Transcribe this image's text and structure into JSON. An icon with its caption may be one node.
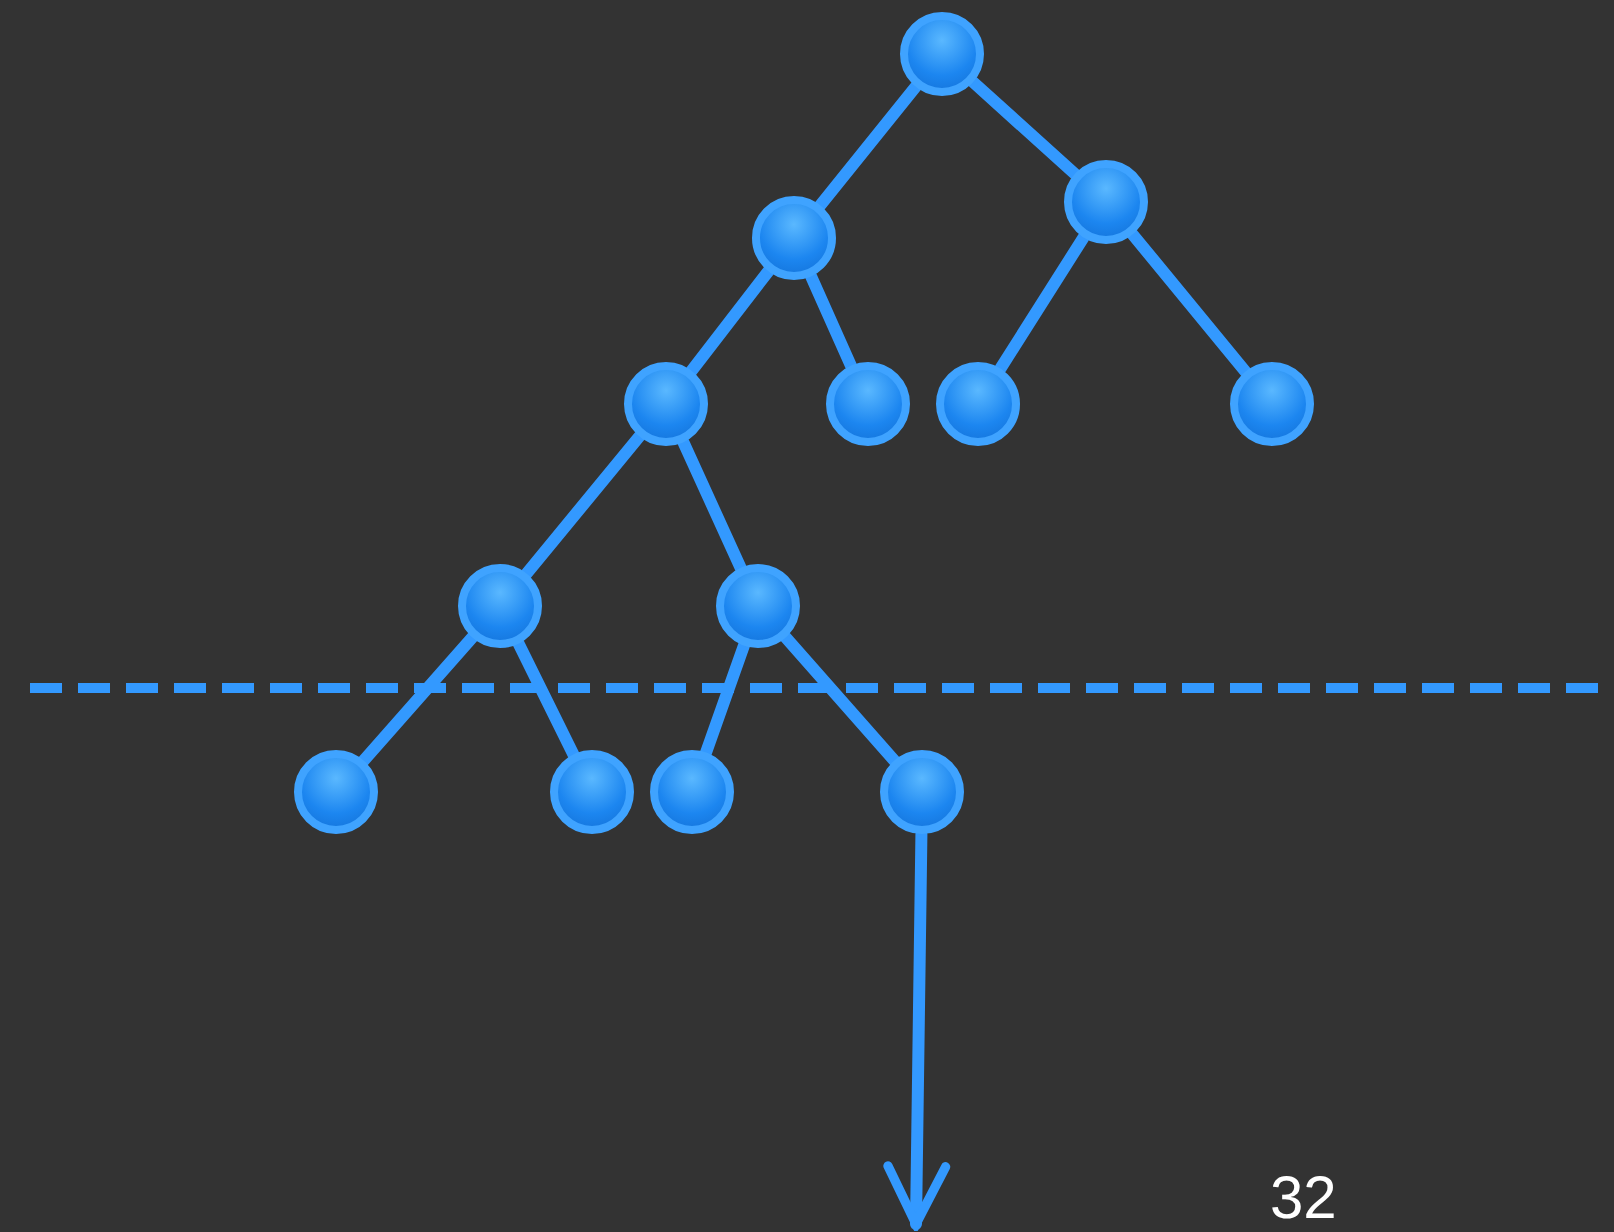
{
  "diagram": {
    "nodes": [
      {
        "text": [],
        "shape": "circle"
      },
      {
        "text": [],
        "shape": "circle"
      },
      {
        "text": [],
        "shape": "circle"
      },
      {
        "text": [],
        "shape": "circle"
      },
      {
        "text": [],
        "shape": "circle"
      },
      {
        "text": [],
        "shape": "circle"
      },
      {
        "text": [],
        "shape": "circle"
      },
      {
        "text": [],
        "shape": "circle"
      },
      {
        "text": [],
        "shape": "circle"
      },
      {
        "text": [],
        "shape": "circle"
      },
      {
        "text": [],
        "shape": "circle"
      },
      {
        "text": [],
        "shape": "circle"
      },
      {
        "text": [],
        "shape": "circle"
      }
    ],
    "edges": [
      {
        "from": 0,
        "to": 1,
        "arrow": "none"
      },
      {
        "from": 0,
        "to": 2,
        "arrow": "none"
      },
      {
        "from": 1,
        "to": 3,
        "arrow": "none"
      },
      {
        "from": 1,
        "to": 4,
        "arrow": "none"
      },
      {
        "from": 2,
        "to": 5,
        "arrow": "none"
      },
      {
        "from": 2,
        "to": 6,
        "arrow": "none"
      },
      {
        "from": 3,
        "to": 7,
        "arrow": "none"
      },
      {
        "from": 3,
        "to": 8,
        "arrow": "none"
      },
      {
        "from": 7,
        "to": 9,
        "arrow": "none"
      },
      {
        "from": 7,
        "to": 10,
        "arrow": "none"
      },
      {
        "from": 8,
        "to": 11,
        "arrow": "none"
      },
      {
        "from": 8,
        "to": 12,
        "arrow": "none"
      },
      {
        "from": 12,
        "to": null,
        "arrow": "to"
      }
    ],
    "labels": [
      "32"
    ]
  }
}
